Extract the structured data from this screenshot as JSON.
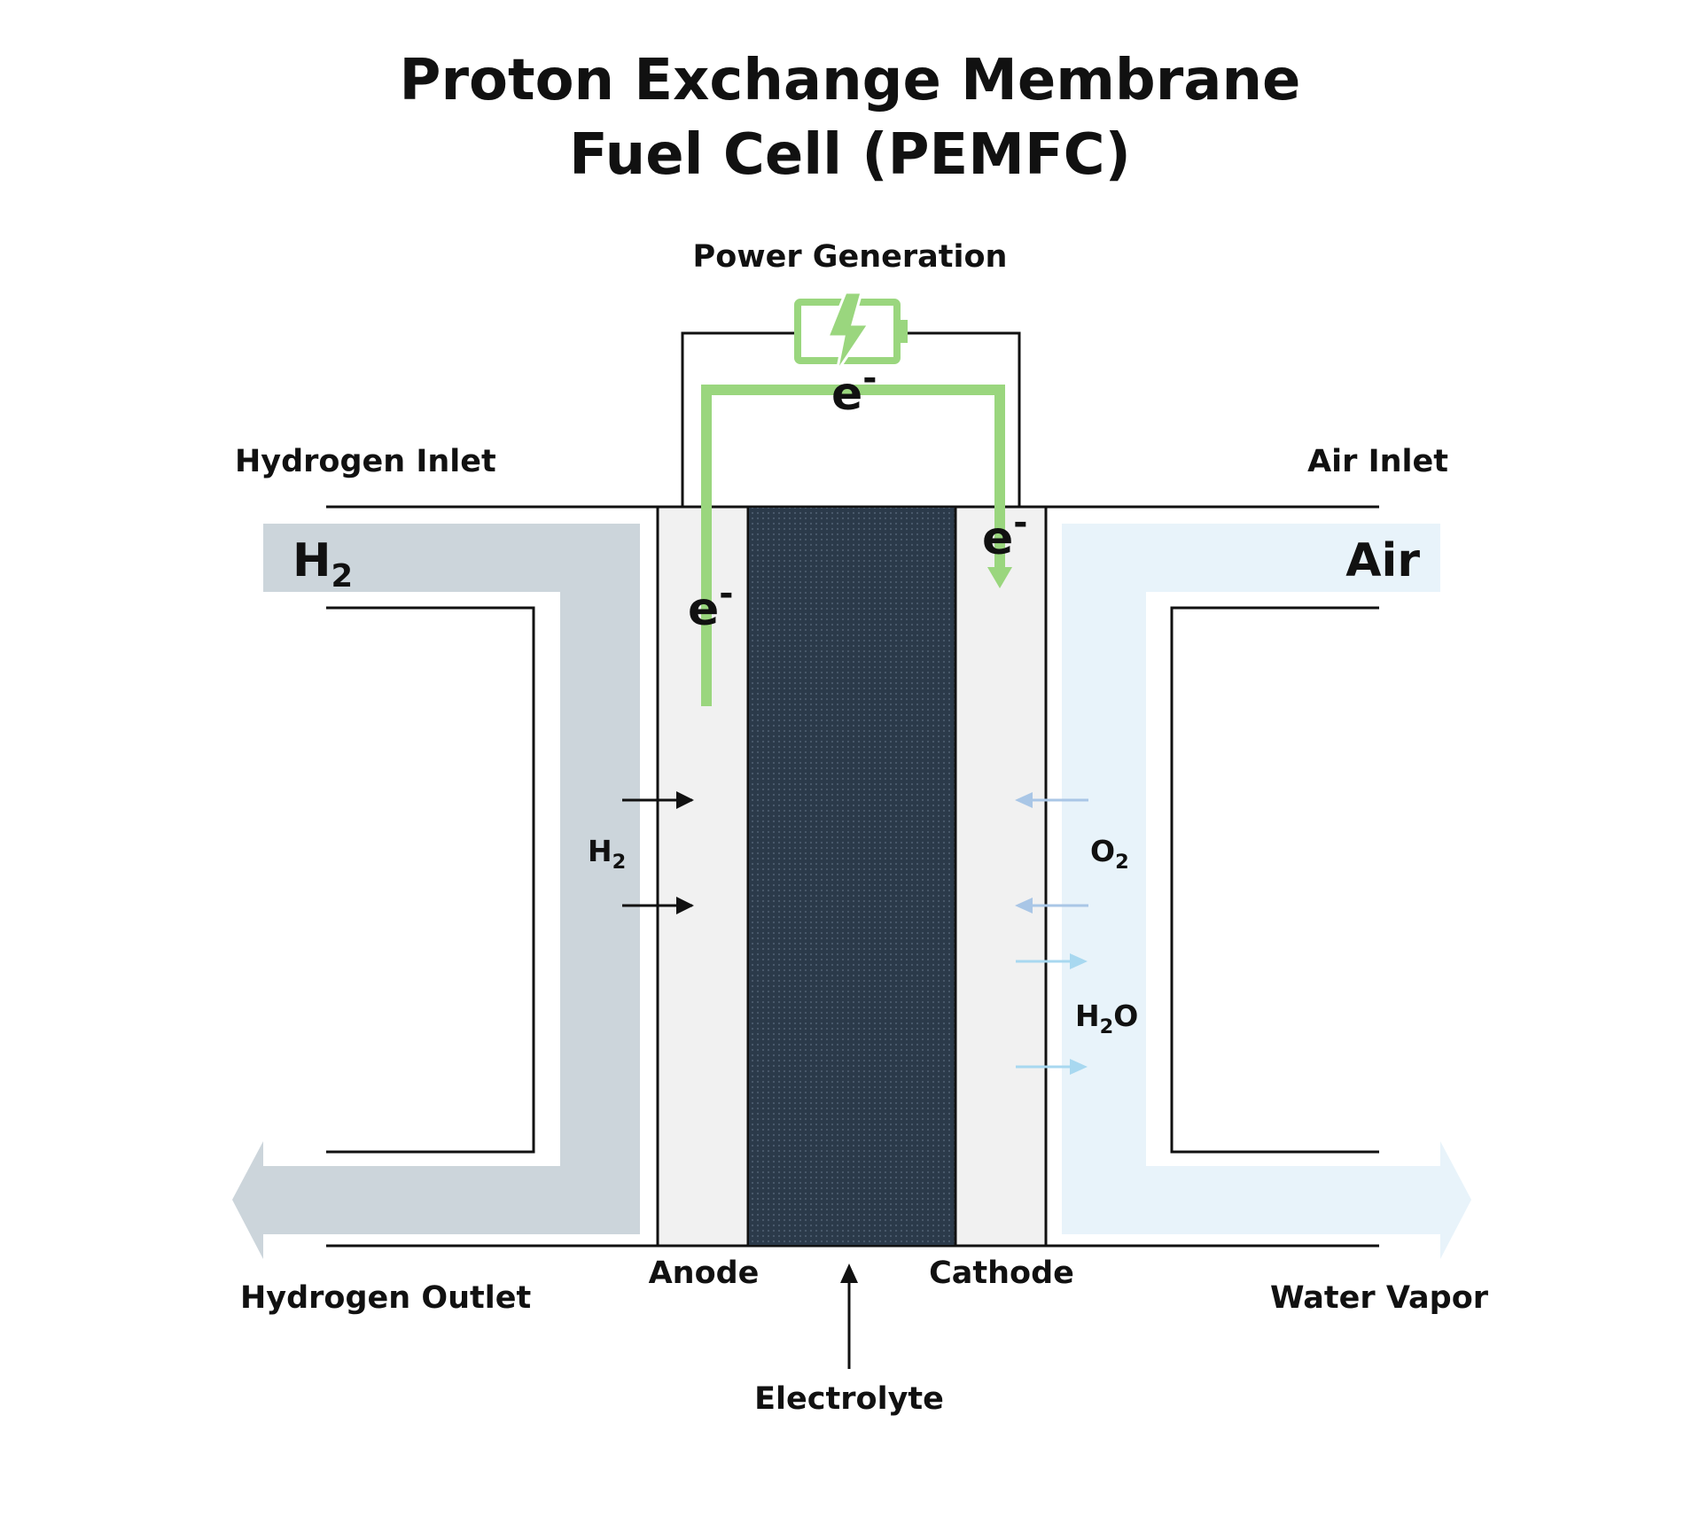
{
  "title": {
    "line1": "Proton Exchange Membrane",
    "line2": "Fuel Cell (PEMFC)"
  },
  "labels": {
    "power_generation": "Power Generation",
    "hydrogen_inlet": "Hydrogen Inlet",
    "air_inlet": "Air Inlet",
    "hydrogen_outlet": "Hydrogen Outlet",
    "water_vapor": "Water Vapor",
    "anode": "Anode",
    "cathode": "Cathode",
    "electrolyte": "Electrolyte"
  },
  "species": {
    "h2_symbol": "H",
    "h2_subscript": "2",
    "air": "Air",
    "o2_symbol": "O",
    "o2_subscript": "2",
    "water_h": "H",
    "water_subscript": "2",
    "water_o": "O",
    "electron": "e",
    "electron_charge": "-"
  },
  "colors": {
    "hydrogen_channel": "#ccd5db",
    "air_channel": "#e8f3fa",
    "electron_path": "#9ad67e",
    "battery": "#9ad67e",
    "electrode": "#f1f1f1",
    "electrolyte": "#2b3a4a",
    "o2_arrow": "#a9c6e6",
    "water_arrow": "#a8d8f0",
    "hydrogen_arrow": "#111111"
  },
  "icons": {
    "battery": "battery-charging-icon"
  }
}
